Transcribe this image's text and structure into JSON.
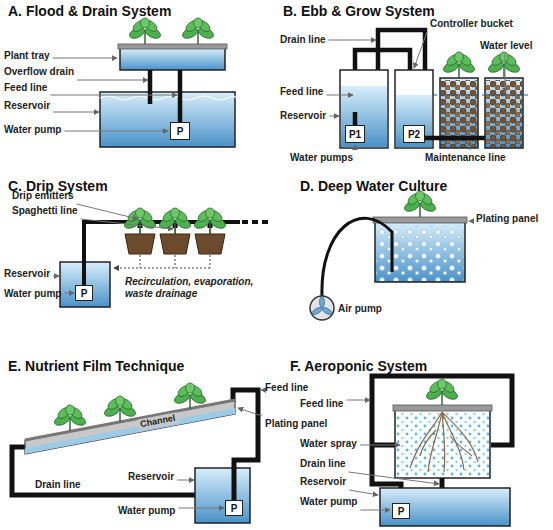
{
  "diagram": {
    "nodes": [
      {
        "text": [
          "P"
        ]
      },
      {
        "text": [
          "P1"
        ]
      },
      {
        "text": [
          "P2"
        ]
      },
      {
        "text": [
          "P"
        ]
      },
      {
        "text": [
          "P"
        ]
      },
      {
        "text": [
          "P"
        ]
      }
    ],
    "labels": [
      "A. Flood & Drain System",
      "Plant tray",
      "Overflow drain",
      "Feed line",
      "Reservoir",
      "Water pump",
      "B. Ebb & Grow System",
      "Drain line",
      "Feed line",
      "Reservoir",
      "Water pumps",
      "Controller bucket",
      "Water level",
      "Maintenance line",
      "C. Drip System",
      "Drip emitters",
      "Spaghetti line",
      "Reservoir",
      "Water pump",
      "Recirculation, evaporation, waste drainage",
      "D. Deep Water Culture",
      "Plating panel",
      "Air pump",
      "E. Nutrient Film Technique",
      "Feed line",
      "Plating panel",
      "Channel",
      "Drain line",
      "Reservoir",
      "Water pump",
      "F. Aeroponic System",
      "Feed line",
      "Water spray",
      "Drain line",
      "Reservoir",
      "Water pump"
    ]
  }
}
